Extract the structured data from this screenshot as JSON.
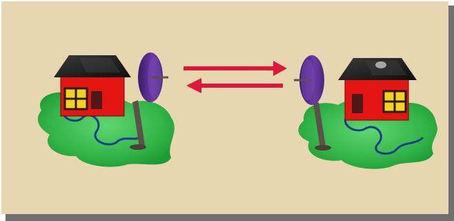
{
  "diagram": {
    "colors": {
      "background": "#e6d7b1",
      "frame_shadow": "#6f6f6f",
      "grass_light": "#48c75a",
      "grass_dark": "#1e9b34",
      "house_wall": "#e31613",
      "house_roof": "#1b1b1b",
      "window": "#f2d21d",
      "dish": "#5a2c8c",
      "pole": "#5d524a",
      "cable": "#1c3d8f",
      "arrow": "#e0163d"
    },
    "nodes": [
      {
        "id": "house-left",
        "icon": "house-with-satellite-dish",
        "dish_facing": "right"
      },
      {
        "id": "house-right",
        "icon": "house-with-satellite-dish",
        "dish_facing": "left"
      }
    ],
    "links": [
      {
        "from": "house-left",
        "to": "house-right",
        "icon": "arrow-right"
      },
      {
        "from": "house-right",
        "to": "house-left",
        "icon": "arrow-left"
      }
    ]
  }
}
